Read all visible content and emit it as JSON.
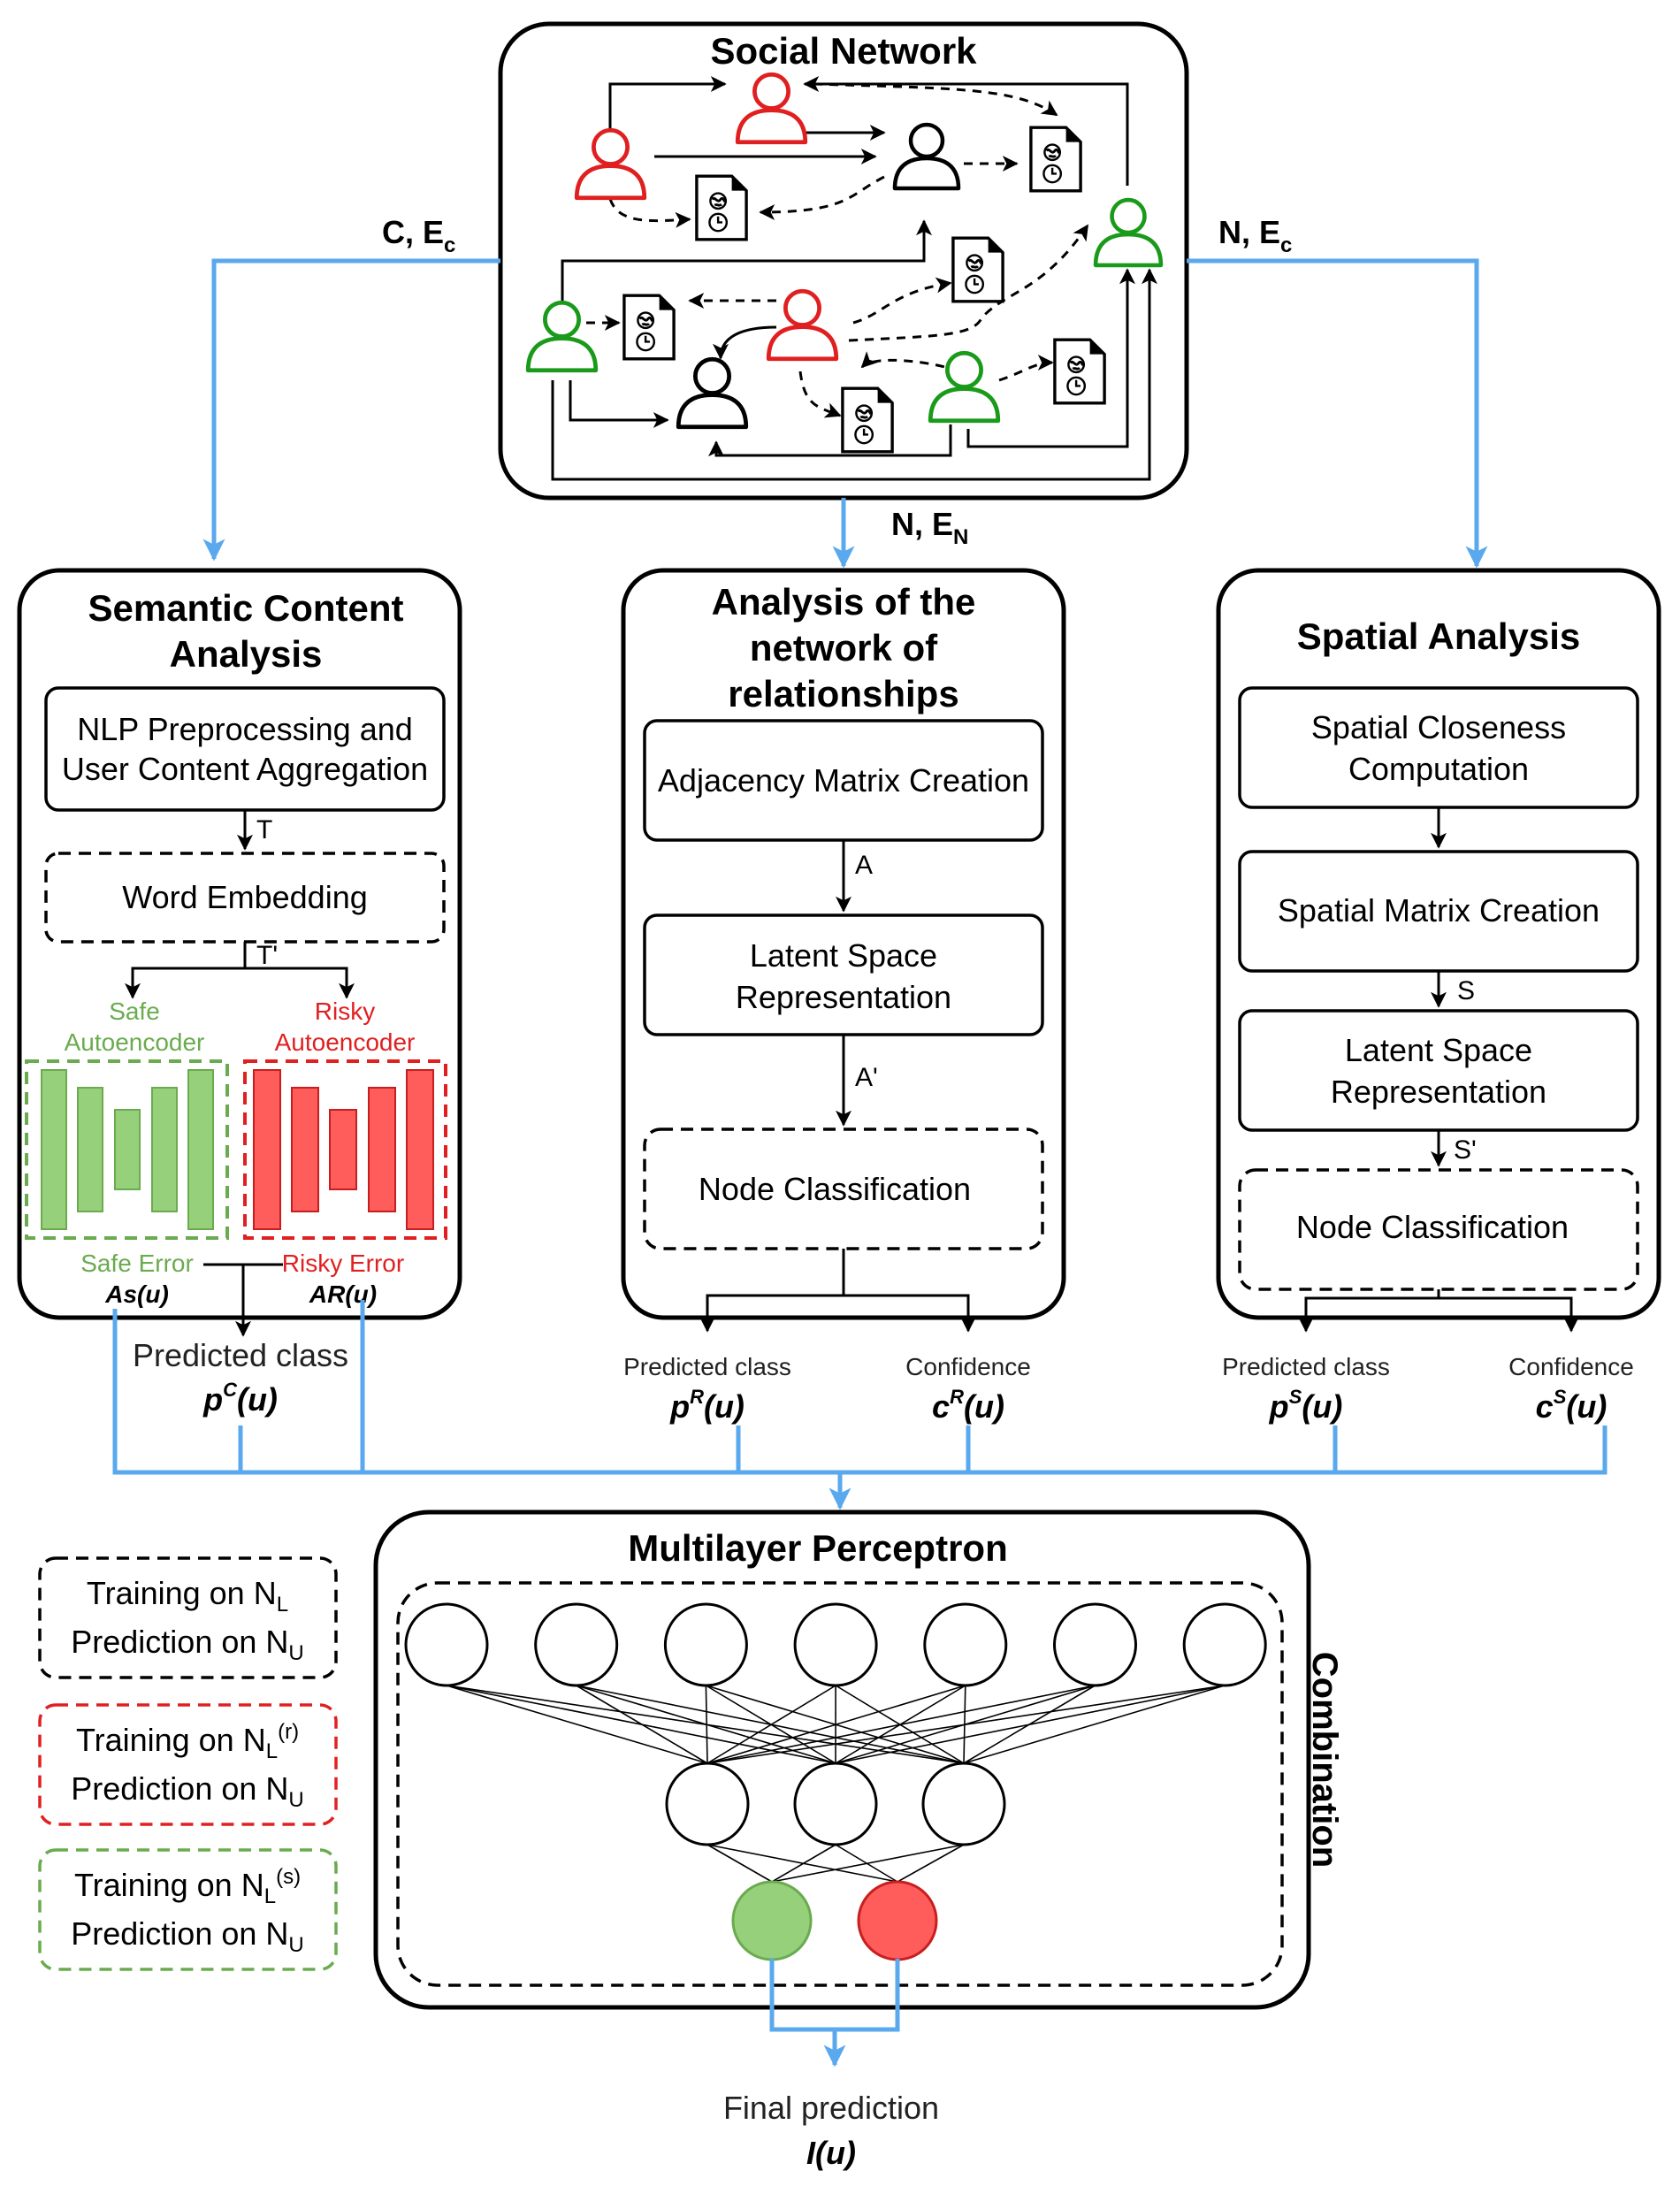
{
  "colors": {
    "flow_blue": "#5aa9ee",
    "safe_green": "#6aab4f",
    "safe_fill": "#96d07b",
    "risky_red": "#e02020",
    "risky_fill": "#ff5c5c",
    "user_black": "#000000"
  },
  "social_network": {
    "title": "Social Network",
    "icons": [
      "user-icon",
      "post-icon",
      "globe-icon",
      "clock-icon"
    ]
  },
  "links": {
    "left": {
      "main": "C, E",
      "sub": "c"
    },
    "center": {
      "main": "N, E",
      "sub": "N"
    },
    "right": {
      "main": "N, E",
      "sub": "c"
    }
  },
  "semantic": {
    "title_line1": "Semantic Content",
    "title_line2": "Analysis",
    "preprocess_line1": "NLP Preprocessing and",
    "preprocess_line2": "User Content Aggregation",
    "arrow_t": "T",
    "embedding": "Word Embedding",
    "arrow_t2": "T'",
    "safe_ae_line1": "Safe",
    "safe_ae_line2": "Autoencoder",
    "risky_ae_line1": "Risky",
    "risky_ae_line2": "Autoencoder",
    "safe_error": "Safe Error",
    "risky_error": "Risky Error",
    "as_u": "As(u)",
    "ar_u": "AR(u)",
    "predicted_class": "Predicted class",
    "p_var": "p",
    "p_sup": "C",
    "p_arg": "(u)"
  },
  "network": {
    "title_line1": "Analysis of the",
    "title_line2": "network of",
    "title_line3": "relationships",
    "adjacency": "Adjacency Matrix Creation",
    "arrow_a": "A",
    "latent_line1": "Latent Space",
    "latent_line2": "Representation",
    "arrow_a2": "A'",
    "node_class": "Node Classification",
    "predicted_class": "Predicted class",
    "confidence": "Confidence",
    "p_var": "p",
    "p_sup": "R",
    "p_arg": "(u)",
    "c_var": "c",
    "c_sup": "R",
    "c_arg": "(u)"
  },
  "spatial": {
    "title": "Spatial Analysis",
    "closeness_line1": "Spatial Closeness",
    "closeness_line2": "Computation",
    "matrix": "Spatial Matrix Creation",
    "arrow_s": "S",
    "latent_line1": "Latent Space",
    "latent_line2": "Representation",
    "arrow_s2": "S'",
    "node_class": "Node Classification",
    "predicted_class": "Predicted class",
    "confidence": "Confidence",
    "p_var": "p",
    "p_sup": "S",
    "p_arg": "(u)",
    "c_var": "c",
    "c_sup": "S",
    "c_arg": "(u)"
  },
  "mlp": {
    "title": "Multilayer Perceptron",
    "side_label": "Combination",
    "input_nodes": 7,
    "hidden_nodes": 3,
    "output_colors": [
      "#96d07b",
      "#ff5c5c"
    ],
    "final_label": "Final prediction",
    "final_var": "I(u)"
  },
  "legend": [
    {
      "training": "Training on N",
      "train_sub": "L",
      "train_sup": "",
      "prediction": "Prediction on N",
      "pred_sub": "U",
      "color": "#000000"
    },
    {
      "training": "Training on N",
      "train_sub": "L",
      "train_sup": "(r)",
      "prediction": "Prediction on N",
      "pred_sub": "U",
      "color": "#e02020"
    },
    {
      "training": "Training on N",
      "train_sub": "L",
      "train_sup": "(s)",
      "prediction": "Prediction on N",
      "pred_sub": "U",
      "color": "#6aab4f"
    }
  ]
}
